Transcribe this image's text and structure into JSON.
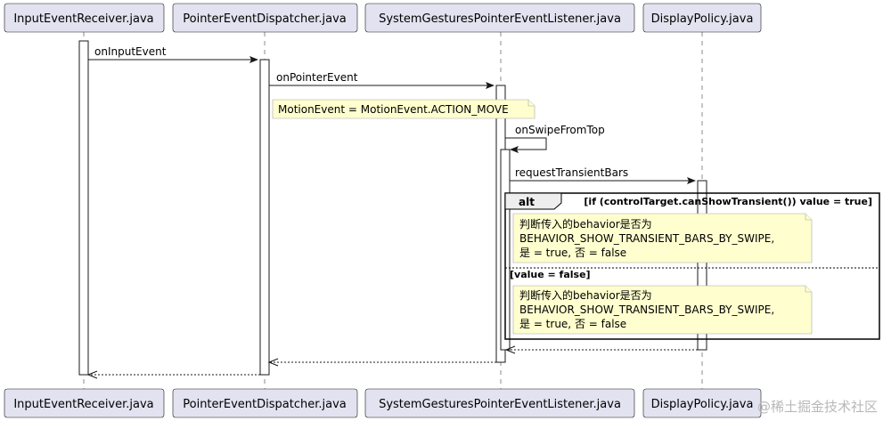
{
  "participants": [
    {
      "name": "InputEventReceiver.java"
    },
    {
      "name": "PointerEventDispatcher.java"
    },
    {
      "name": "SystemGesturesPointerEventListener.java"
    },
    {
      "name": "DisplayPolicy.java"
    }
  ],
  "messages": {
    "on_input_event": "onInputEvent",
    "on_pointer_event": "onPointerEvent",
    "on_swipe_from_top": "onSwipeFromTop",
    "request_transient_bars": "requestTransientBars"
  },
  "notes": {
    "motion_event": "MotionEvent = MotionEvent.ACTION_MOVE",
    "behavior_check_true": [
      "判断传入的behavior是否为",
      "BEHAVIOR_SHOW_TRANSIENT_BARS_BY_SWIPE,",
      "是 = true, 否 = false"
    ],
    "behavior_check_false": [
      "判断传入的behavior是否为",
      "BEHAVIOR_SHOW_TRANSIENT_BARS_BY_SWIPE,",
      "是 = true, 否 = false"
    ]
  },
  "alt_fragment": {
    "label": "alt",
    "guard_1": "[if (controlTarget.canShowTransient()) value = true]",
    "guard_2": "[value = false]"
  },
  "watermark": "@稀土掘金技术社区"
}
